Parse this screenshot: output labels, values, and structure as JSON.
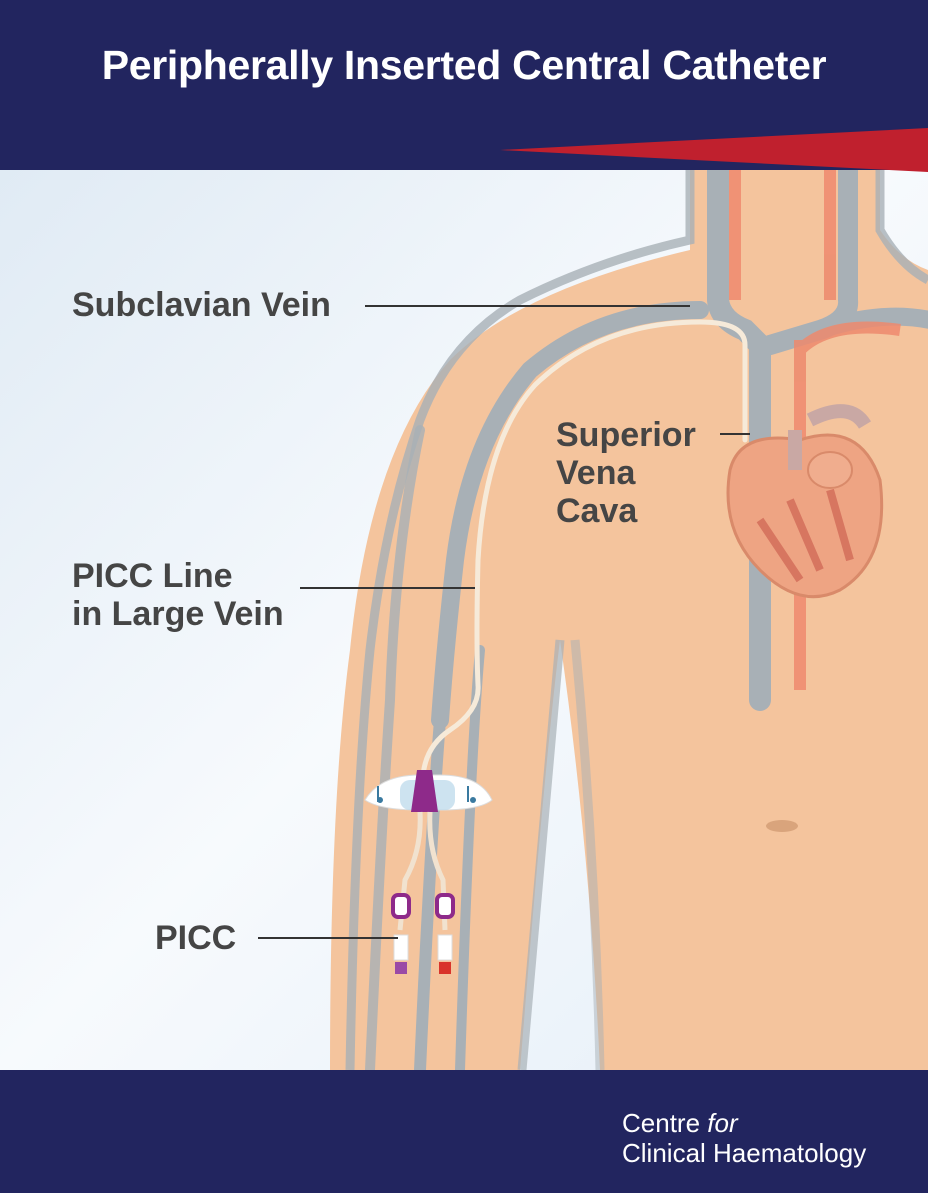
{
  "header": {
    "title": "Peripherally Inserted Central Catheter"
  },
  "labels": {
    "subclavian": "Subclavian Vein",
    "svc": [
      "Superior",
      "Vena",
      "Cava"
    ],
    "picc_line": [
      "PICC Line",
      "in Large Vein"
    ],
    "picc": "PICC"
  },
  "footer": {
    "logo_line1": "Centre",
    "logo_line1_italic": "for",
    "logo_line2": "Clinical Haematology"
  },
  "colors": {
    "navy": "#22255f",
    "red": "#c0202e",
    "skin": "#f4c49d",
    "vein": "#a8b0b6",
    "artery": "#ee8a6e",
    "text": "#454545"
  }
}
